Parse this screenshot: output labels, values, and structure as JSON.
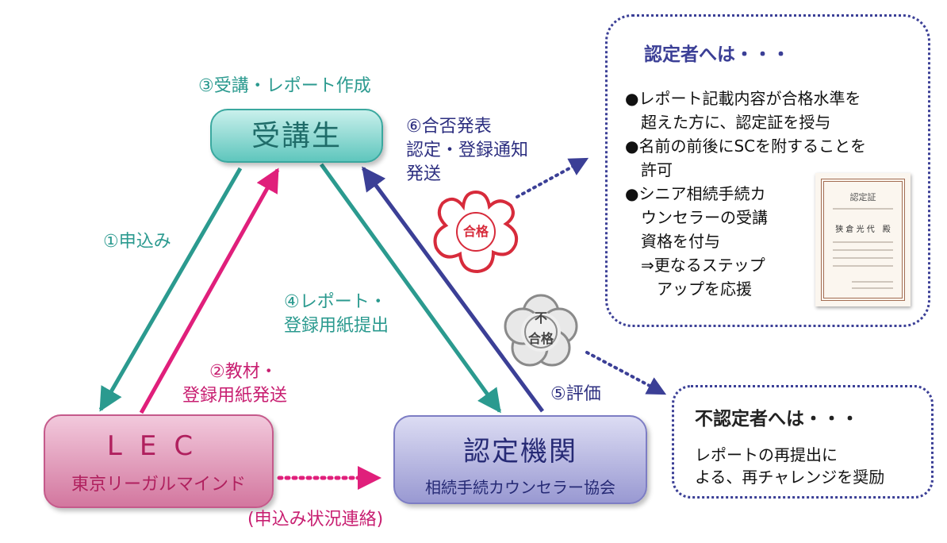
{
  "nodes": {
    "student": {
      "title": "受講生"
    },
    "lec": {
      "title": "LEC",
      "subtitle": "東京リーガルマインド"
    },
    "org": {
      "title": "認定機関",
      "subtitle": "相続手続カウンセラー協会"
    }
  },
  "steps": {
    "s1": "①申込み",
    "s2_line1": "②教材・",
    "s2_line2": "登録用紙発送",
    "s3": "③受講・レポート作成",
    "s4_line1": "④レポート・",
    "s4_line2": "登録用紙提出",
    "s5": "⑤評価",
    "s6_line1": "⑥合否発表",
    "s6_line2": "認定・登録通知",
    "s6_line3": "発送",
    "status_contact": "(申込み状況連絡)"
  },
  "stamps": {
    "pass": "合格",
    "fail_top": "不",
    "fail_bottom": "合格"
  },
  "certified_box": {
    "title": "認定者へは・・・",
    "lines": [
      "●レポート記載内容が合格水準を",
      "　超えた方に、認定証を授与",
      "●名前の前後にSCを附することを",
      "　許可",
      "●シニア相続手続カ",
      "　ウンセラーの受講",
      "　資格を付与",
      "　⇒更なるステップ",
      "　　アップを応援"
    ],
    "certificate": {
      "heading": "認定証",
      "name": "狭 倉 光 代　殿"
    }
  },
  "uncertified_box": {
    "title": "不認定者へは・・・",
    "lines": [
      "レポートの再提出に",
      "よる、再チャレンジを奨励"
    ]
  },
  "colors": {
    "teal": "#2b9a8f",
    "pink": "#e01f7b",
    "navy": "#3b3f96",
    "lec_fill": "#e1a2c0",
    "org_fill": "#b9b9e4",
    "student_fill": "#8fdbd3"
  }
}
